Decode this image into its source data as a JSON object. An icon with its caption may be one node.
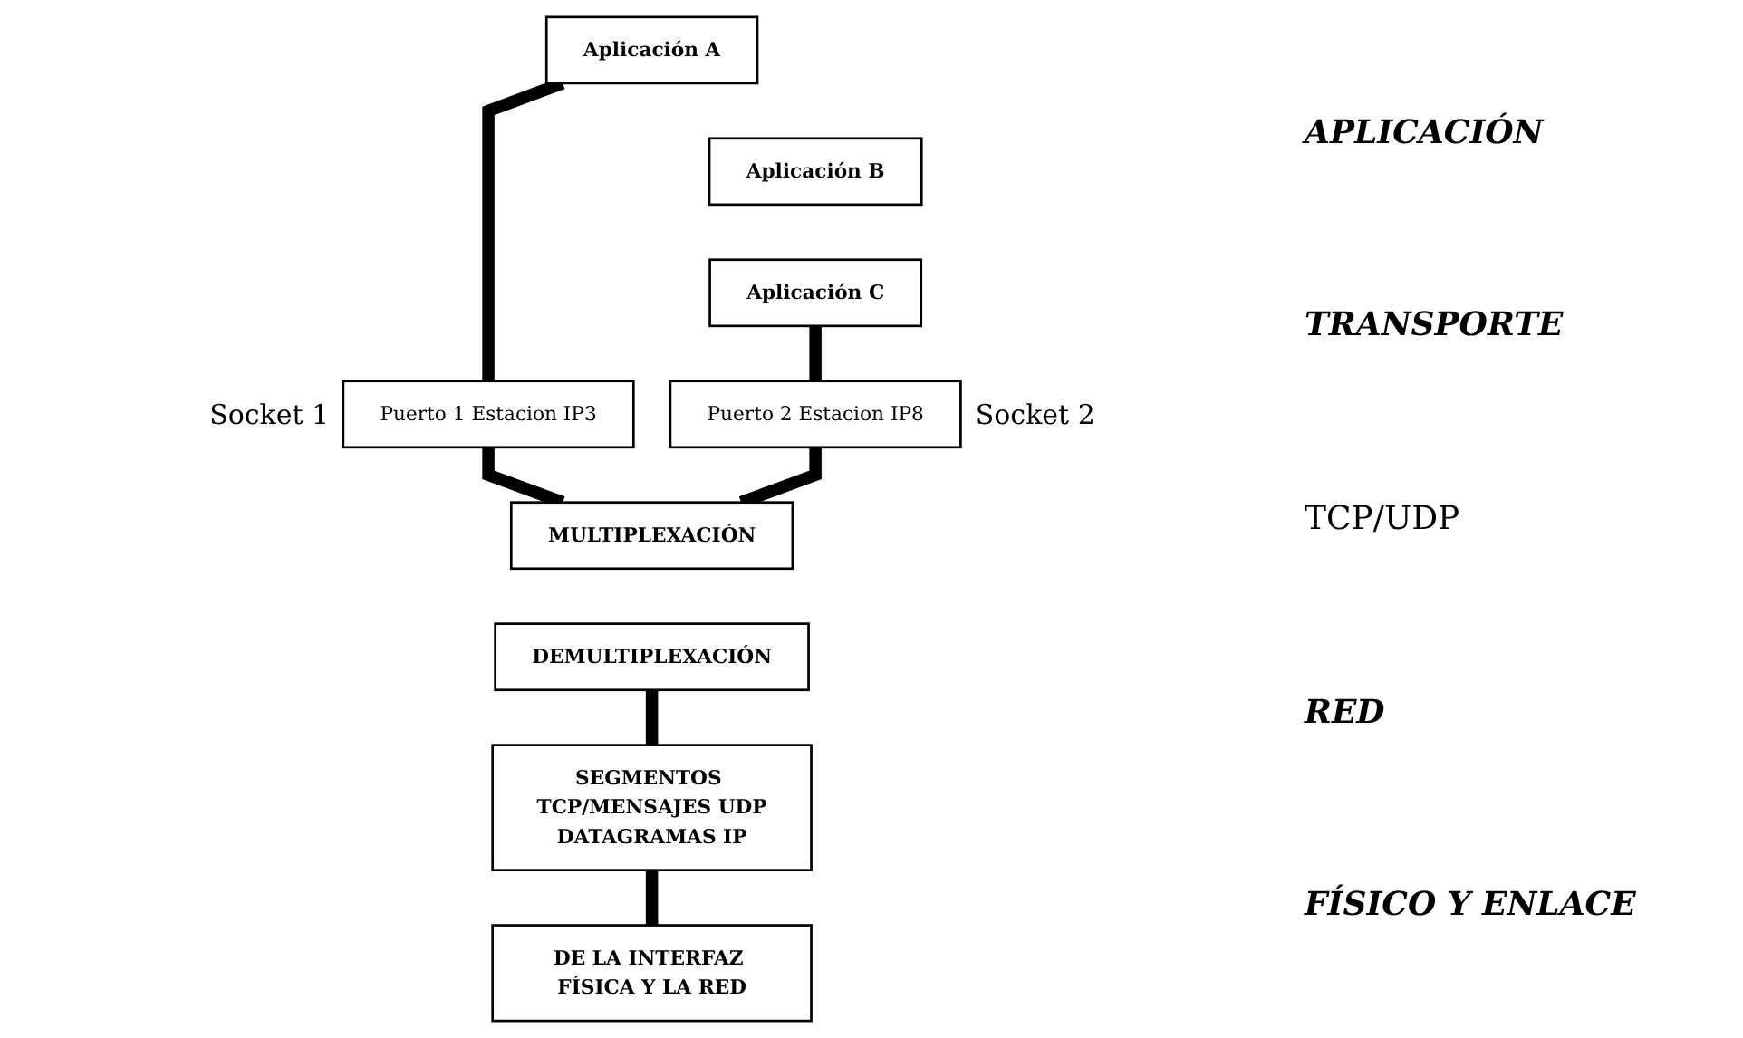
{
  "diagram": {
    "nodes": [
      {
        "text": [
          "Aplicación A"
        ]
      },
      {
        "text": [
          "Aplicación B"
        ]
      },
      {
        "text": [
          "Aplicación C"
        ]
      },
      {
        "text": [
          "Puerto 1 Estacion IP3"
        ],
        "beside": [
          "Socket 1"
        ]
      },
      {
        "text": [
          "Puerto 2 Estacion IP8"
        ],
        "beside": [
          "Socket 2"
        ]
      },
      {
        "text": [
          "MULTIPLEXACIÓN"
        ]
      },
      {
        "text": [
          "DEMULTIPLEXACIÓN"
        ]
      },
      {
        "text": [
          "SEGMENTOS TCP/MENSAJES UDP",
          "DATAGRAMAS IP"
        ]
      },
      {
        "text": [
          "DE LA INTERFAZ FÍSICA Y LA RED"
        ]
      }
    ],
    "edges": [
      {
        "from": 0,
        "to": 3,
        "arrow": "none"
      },
      {
        "from": 2,
        "to": 4,
        "arrow": "none"
      },
      {
        "from": 3,
        "to": 5,
        "arrow": "none"
      },
      {
        "from": 4,
        "to": 5,
        "arrow": "none"
      },
      {
        "from": 6,
        "to": 7,
        "arrow": "none"
      },
      {
        "from": 7,
        "to": 8,
        "arrow": "none"
      }
    ],
    "labels": [
      "APLICACIÓN",
      "TRANSPORTE",
      "TCP/UDP",
      "RED",
      "FÍSICO Y ENLACE"
    ]
  }
}
